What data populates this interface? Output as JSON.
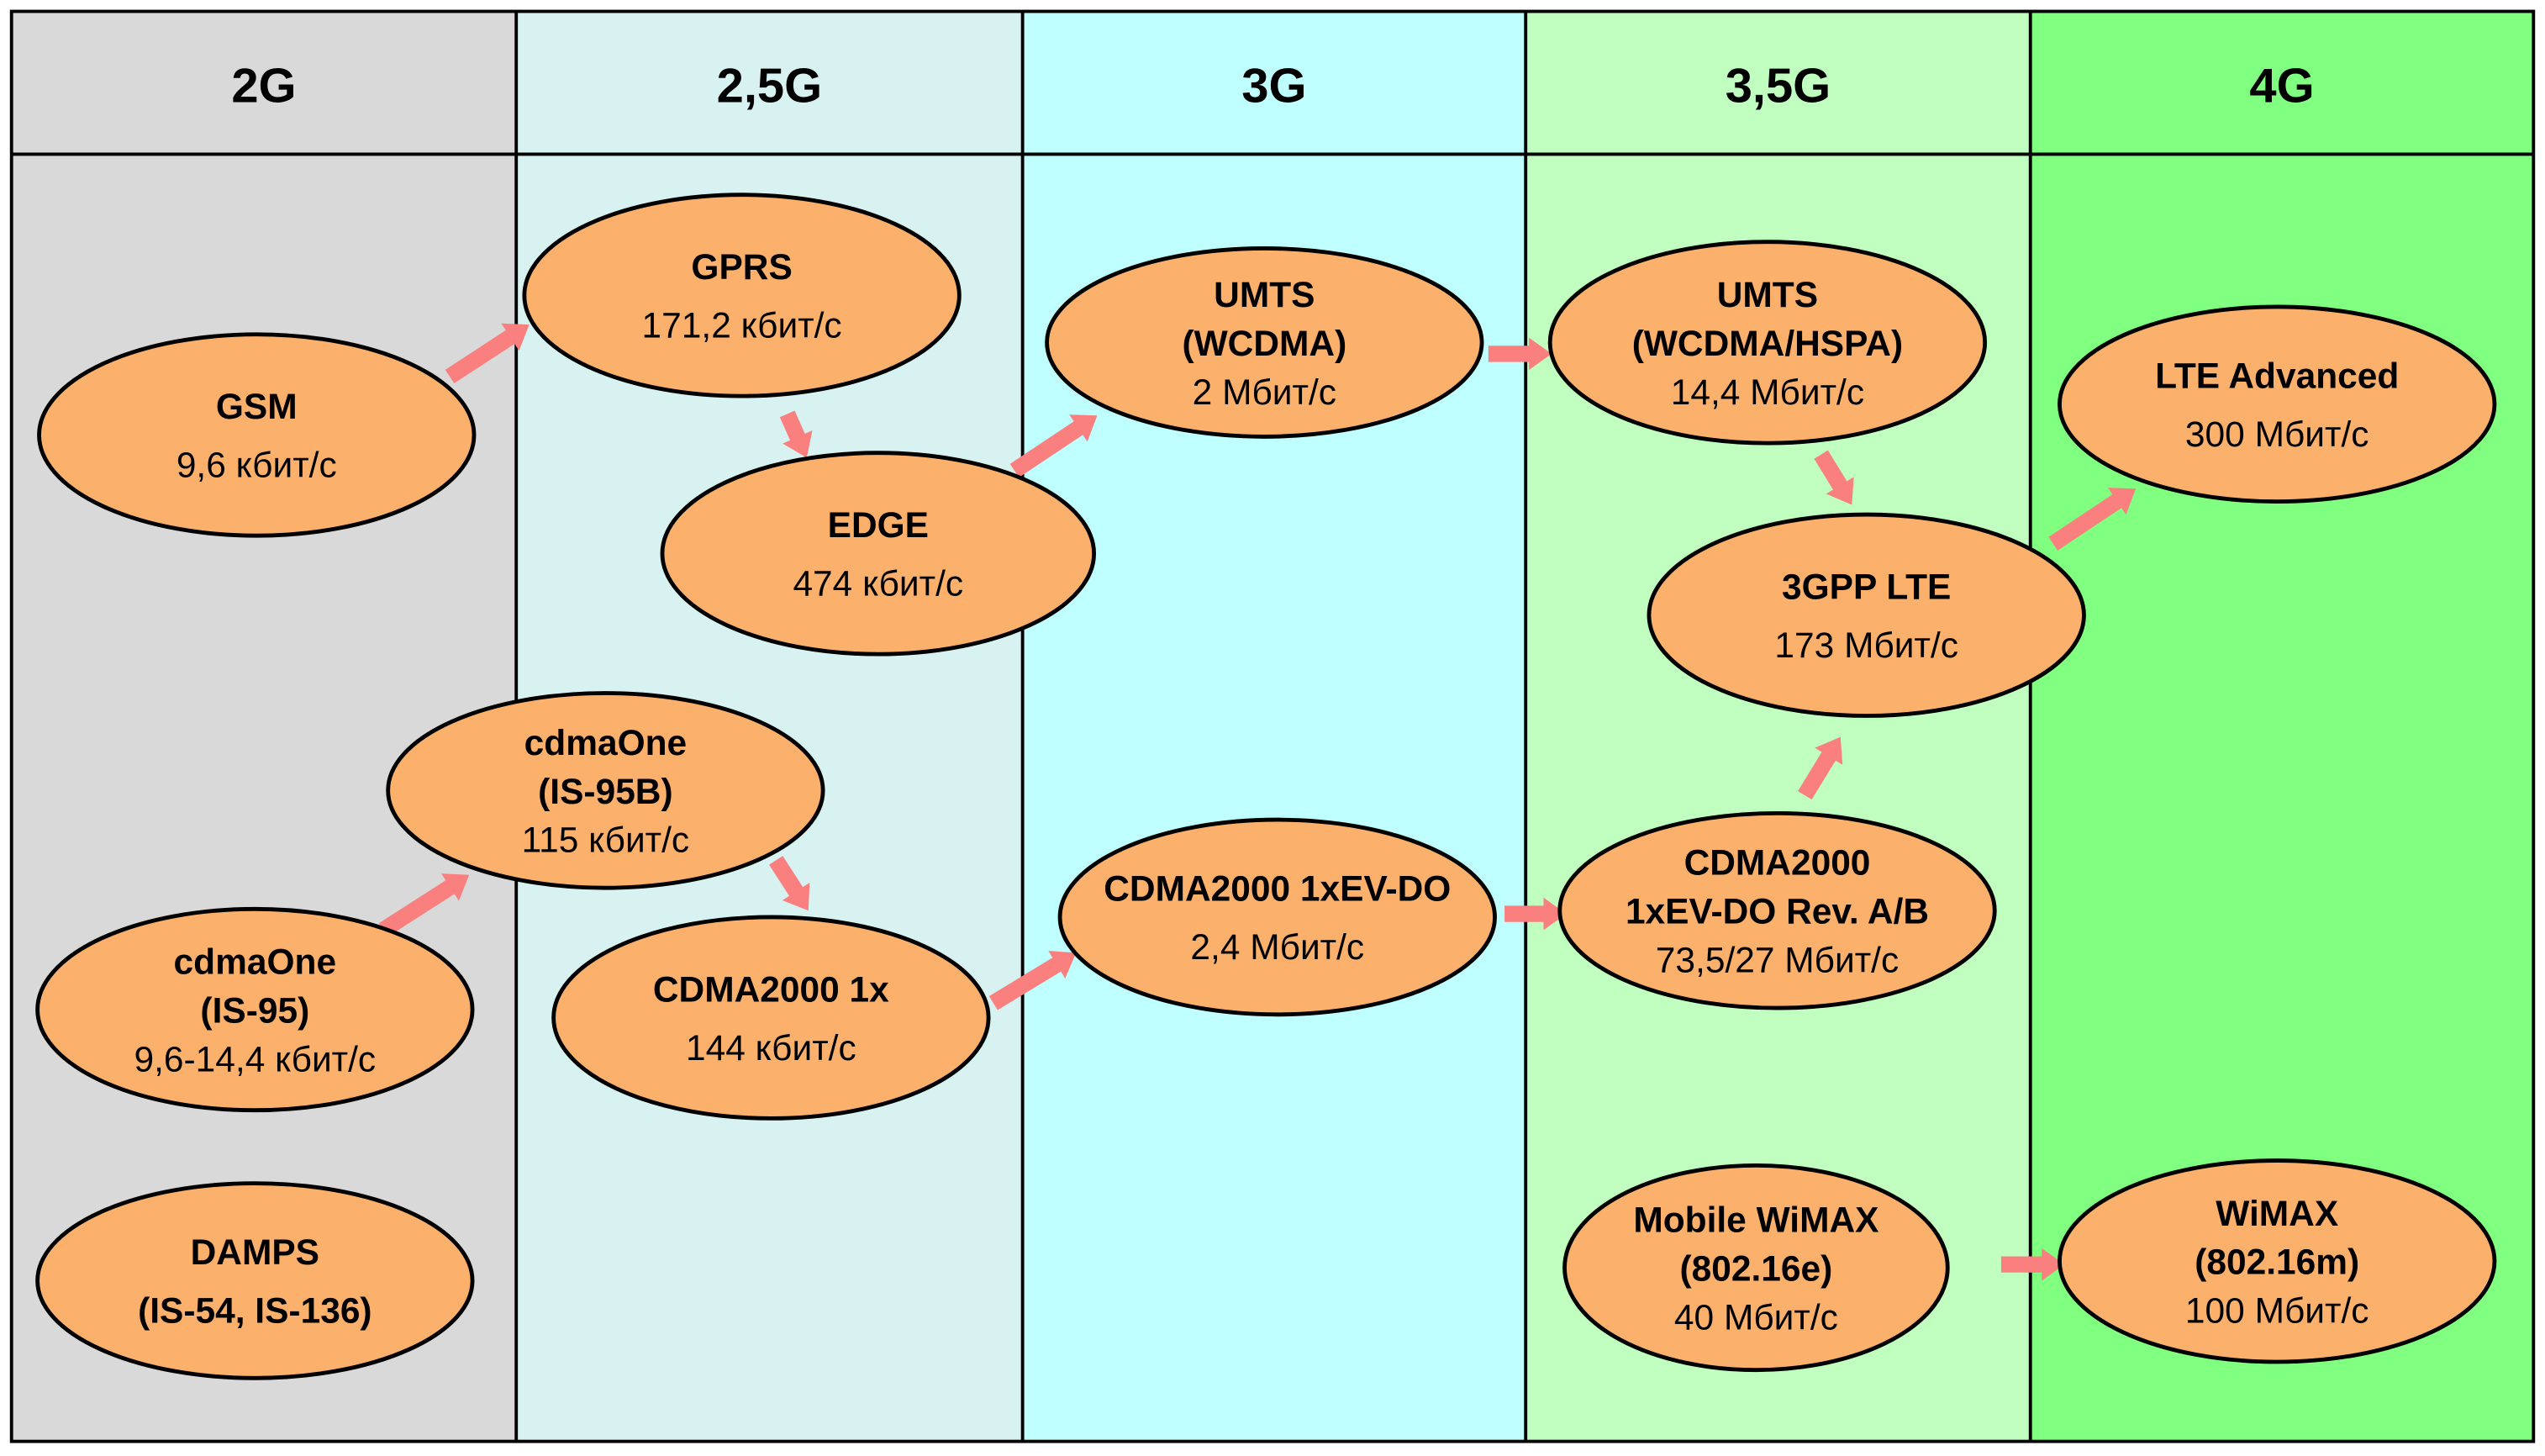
{
  "columns": [
    {
      "label": "2G",
      "color": "#d9d9d9"
    },
    {
      "label": "2,5G",
      "color": "#d8f2f2"
    },
    {
      "label": "3G",
      "color": "#c0ffff"
    },
    {
      "label": "3,5G",
      "color": "#c0ffc0"
    },
    {
      "label": "4G",
      "color": "#80ff80"
    }
  ],
  "node_color": "#fbb06c",
  "arrow_color": "#fa8080",
  "nodes": [
    {
      "id": "gsm",
      "title": [
        "GSM"
      ],
      "speed": "9,6 кбит/с"
    },
    {
      "id": "gprs",
      "title": [
        "GPRS"
      ],
      "speed": "171,2 кбит/с"
    },
    {
      "id": "edge",
      "title": [
        "EDGE"
      ],
      "speed": "474 кбит/с"
    },
    {
      "id": "umts",
      "title": [
        "UMTS",
        "(WCDMA)"
      ],
      "speed": "2  Мбит/с"
    },
    {
      "id": "hspa",
      "title": [
        "UMTS",
        "(WCDMA/HSPA)"
      ],
      "speed": "14,4 Мбит/с"
    },
    {
      "id": "lteadv",
      "title": [
        "LTE Advanced"
      ],
      "speed": "300 Мбит/с"
    },
    {
      "id": "lte",
      "title": [
        "3GPP LTE"
      ],
      "speed": "173 Мбит/с"
    },
    {
      "id": "cdma95b",
      "title": [
        "cdmaOne",
        "(IS-95B)"
      ],
      "speed": "115 кбит/с"
    },
    {
      "id": "cdma95",
      "title": [
        "cdmaOne",
        "(IS-95)"
      ],
      "speed": "9,6-14,4 кбит/с"
    },
    {
      "id": "cdma1x",
      "title": [
        "CDMA2000 1x"
      ],
      "speed": "144 кбит/с"
    },
    {
      "id": "evdo",
      "title": [
        "CDMA2000 1xEV-DO"
      ],
      "speed": "2,4 Мбит/с"
    },
    {
      "id": "revab",
      "title": [
        "CDMA2000",
        "1xEV-DO Rev. A/B"
      ],
      "speed": "73,5/27 Мбит/с"
    },
    {
      "id": "damps",
      "title": [
        "DAMPS",
        "(IS-54, IS-136)"
      ],
      "speed": null
    },
    {
      "id": "mwimax",
      "title": [
        "Mobile WiMAX",
        "(802.16e)"
      ],
      "speed": "40 Мбит/с"
    },
    {
      "id": "wimax",
      "title": [
        "WiMAX",
        "(802.16m)"
      ],
      "speed": "100 Мбит/с"
    }
  ],
  "edges": [
    [
      "gsm",
      "gprs"
    ],
    [
      "gprs",
      "edge"
    ],
    [
      "edge",
      "umts"
    ],
    [
      "umts",
      "hspa"
    ],
    [
      "hspa",
      "lte"
    ],
    [
      "lte",
      "lteadv"
    ],
    [
      "revab",
      "lte"
    ],
    [
      "cdma95",
      "cdma95b"
    ],
    [
      "cdma95b",
      "cdma1x"
    ],
    [
      "cdma1x",
      "evdo"
    ],
    [
      "evdo",
      "revab"
    ],
    [
      "mwimax",
      "wimax"
    ]
  ]
}
